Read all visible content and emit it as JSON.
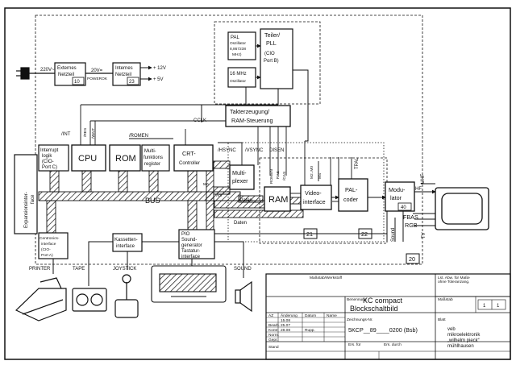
{
  "blocks": {
    "ext_psu": {
      "l1": "Externes",
      "l2": "Netzteil",
      "num": "10"
    },
    "int_psu": {
      "l1": "Internes",
      "l2": "Netzteil",
      "num": "23"
    },
    "pal_osc": {
      "l1": "PAL",
      "l2": "Oszillator",
      "l3": "8,867238",
      "l4": "MHz)"
    },
    "osc16": {
      "l1": "16 MHz",
      "l2": "Oszillator"
    },
    "teiler": {
      "l1": "Teiler/",
      "l2": "PLL",
      "l3": "(CIO",
      "l4": "Port B)"
    },
    "takt": {
      "l1": "Takterzeugung/",
      "l2": "RAM-Steuerung"
    },
    "irq": {
      "l1": "Interrupt",
      "l2": "logik",
      "l3": "(CIO-",
      "l4": "Port C)"
    },
    "cpu": {
      "l1": "CPU"
    },
    "rom": {
      "l1": "ROM"
    },
    "multiregister": {
      "l1": "Multi-",
      "l2": "funktions",
      "l3": "register"
    },
    "crt": {
      "l1": "CRT-",
      "l2": "Controller"
    },
    "mux": {
      "l1": "Multi-",
      "l2": "plexer"
    },
    "ram": {
      "l1": "RAM"
    },
    "video": {
      "l1": "Video-",
      "l2": "interface"
    },
    "palcoder": {
      "l1": "PAL-",
      "l2": "coder"
    },
    "modulator": {
      "l1": "Modu-",
      "l2": "lator",
      "num": "40"
    },
    "exp": {
      "l1": "Expansionsinter-",
      "l2": "face"
    },
    "centronics": {
      "l1": "Centronics-",
      "l2": "interface",
      "l3": "(CIO-",
      "l4": "Port A)"
    },
    "kassette": {
      "l1": "Kassetten-",
      "l2": "interface"
    },
    "pio": {
      "l1": "PIO",
      "l2": "Sound-",
      "l3": "generator",
      "l4": "Tastatur-",
      "l5": "interface"
    }
  },
  "signals": {
    "v220": "220V~",
    "v20": "20V=",
    "powerok": "POWEROK",
    "p12": "+ 12V",
    "p5": "+ 5V",
    "int": "/INT",
    "res": "/RES",
    "wait": "/WAIT",
    "romen": "/ROMEN",
    "cclk": "CCLK",
    "hsync": "/HSYNC",
    "vsync": "/VSYNC",
    "disen": "DISEN",
    "tpal": "TPAL",
    "m2m0": "M2..M0",
    "romen_ras": "ROMEN",
    "ras": "RAS",
    "cas": "/CAS",
    "ms": "MS",
    "bus": "BUS",
    "daten": "Daten",
    "adr": "Adr",
    "hf": "HF",
    "fbas": "FBAS",
    "rgb": "RGB",
    "sound": "Sound",
    "tv": "TV",
    "uhf": "UHF",
    "ma": "MA",
    "n21": "21",
    "n22": "22",
    "n20": "20"
  },
  "peripherals": {
    "printer": "PRINTER",
    "tape": "TAPE",
    "joystick": "JOYSTICK",
    "sound": "SOUND"
  },
  "titleblock": {
    "header": "Maßstab/Werkstoff",
    "right_header_l1": "Lst. Abw. für Maße",
    "right_header_l2": "ohne Toleranzang.",
    "benennung": "Benennung",
    "title_l1": "KC compact",
    "title_l2": "Blockschaltbild",
    "masstab": "Maßstab",
    "sheet_l": "1",
    "sheet_r": "1",
    "zeichnung": "Zeichnungs-Nr.",
    "drawing_no": "5KCP__89____0200 (Bsb)",
    "blatt": "Blatt",
    "az": "AZ",
    "aenderung": "Änderung",
    "datum": "Datum",
    "name": "Name",
    "bearb": "Bearb.",
    "kontr": "Kontr.",
    "norm": "Norm.",
    "gepr": "Gepr.",
    "stand": "Stand",
    "d1": "15.08",
    "d2": "25.07",
    "d3": "28.08",
    "n2": "Rupp.",
    "ers_fuer": "Ers. für",
    "ers_durch": "Ers. durch",
    "company_l1": "veb",
    "company_l2": "mikroelektronik",
    "company_l3": "„wilhelm pieck“",
    "company_l4": "mühlhausen"
  }
}
